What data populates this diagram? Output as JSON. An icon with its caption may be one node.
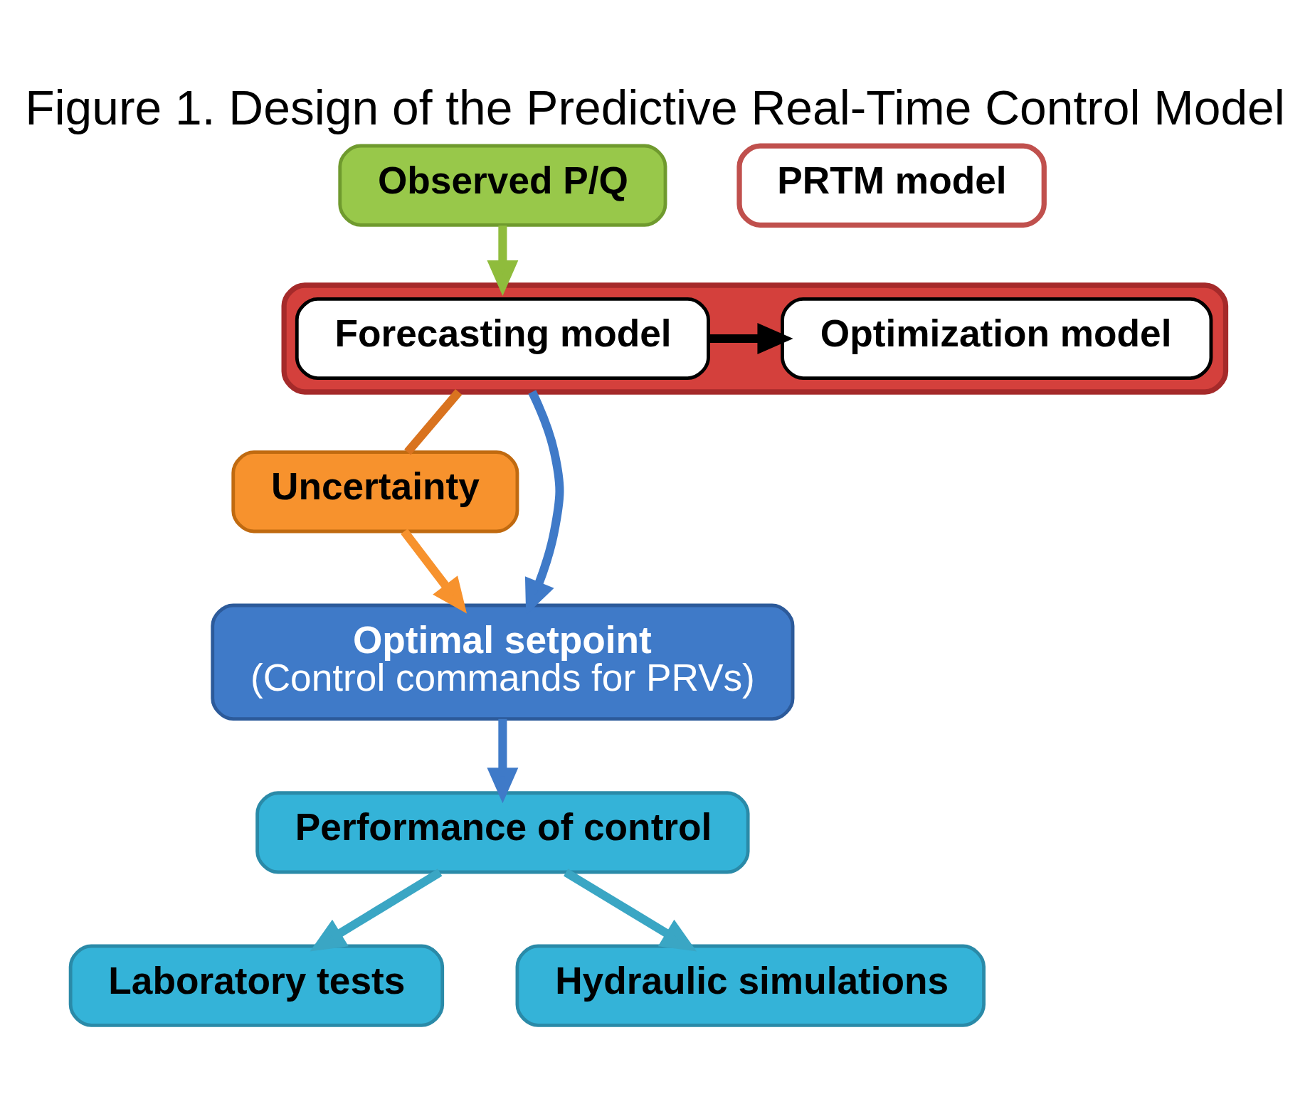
{
  "diagram": {
    "title": "Figure 1. Design of the Predictive Real-Time Control Model",
    "nodes": [
      {
        "text": [],
        "shape": "box"
      },
      {
        "text": [
          "Observed P/Q"
        ]
      },
      {
        "text": [
          "Forecasting model"
        ],
        "in": 0
      },
      {
        "text": [
          "Optimization model"
        ],
        "in": 0
      },
      {
        "text": [
          "Uncertainty"
        ]
      },
      {
        "text": [
          "Optimal setpoint",
          "(Control commands for PRVs)"
        ]
      },
      {
        "text": [
          "Performance of control"
        ]
      },
      {
        "text": [
          "Laboratory tests"
        ]
      },
      {
        "text": [
          "Hydraulic simulations"
        ]
      },
      {
        "text": [
          "PRTM model"
        ]
      }
    ],
    "edges": [
      {
        "from": 1,
        "to": 0,
        "arrow": "to",
        "color": "#8fbc3c"
      },
      {
        "from": 2,
        "to": 3,
        "arrow": "to",
        "color": "#000000"
      },
      {
        "from": 0,
        "to": 4,
        "arrow": "none",
        "color": "#d9731f"
      },
      {
        "from": 4,
        "to": 5,
        "arrow": "to",
        "color": "#f7922d"
      },
      {
        "from": 0,
        "to": 5,
        "arrow": "to",
        "color": "#3f7ac8"
      },
      {
        "from": 5,
        "to": 6,
        "arrow": "to",
        "color": "#3f7ac8"
      },
      {
        "from": 6,
        "to": 7,
        "arrow": "to",
        "color": "#3aa6c4"
      },
      {
        "from": 6,
        "to": 8,
        "arrow": "to",
        "color": "#3aa6c4"
      }
    ]
  }
}
